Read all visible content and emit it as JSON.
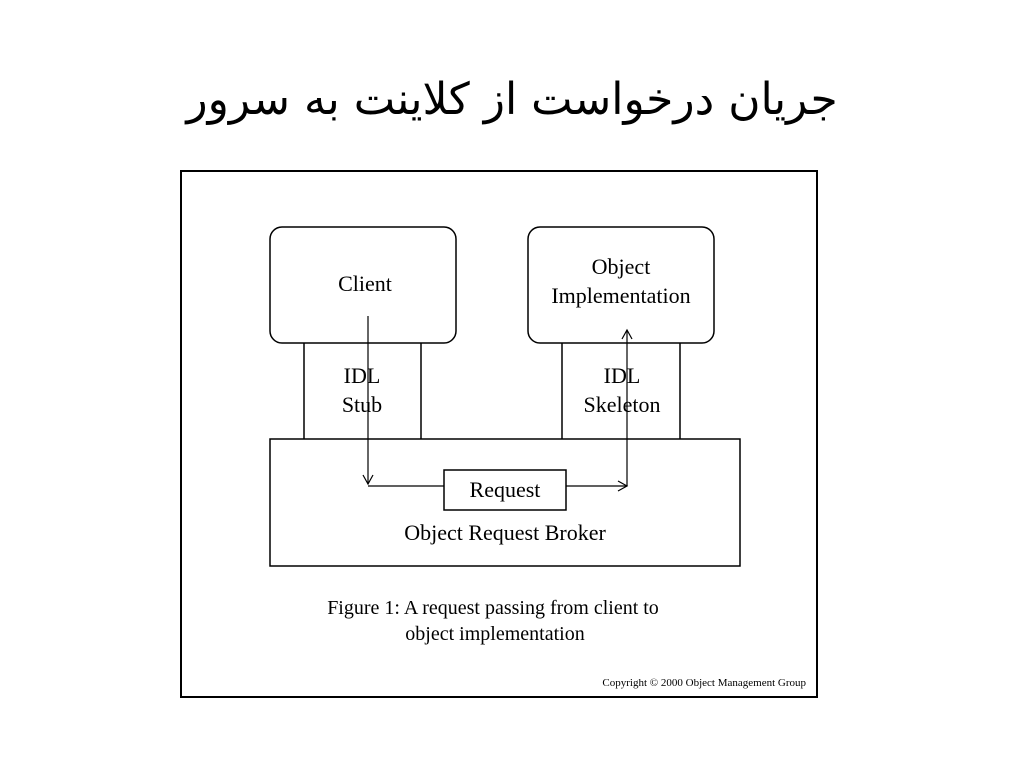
{
  "slide": {
    "title": "جریان درخواست از کلاینت به سرور"
  },
  "diagram": {
    "client_label": "Client",
    "object_impl_line1": "Object",
    "object_impl_line2": "Implementation",
    "idl_stub_line1": "IDL",
    "idl_stub_line2": "Stub",
    "idl_skeleton_line1": "IDL",
    "idl_skeleton_line2": "Skeleton",
    "request_label": "Request",
    "orb_label": "Object Request Broker",
    "caption_line1": "Figure 1: A request passing from client to",
    "caption_line2": "object implementation",
    "copyright": "Copyright © 2000 Object Management Group"
  }
}
